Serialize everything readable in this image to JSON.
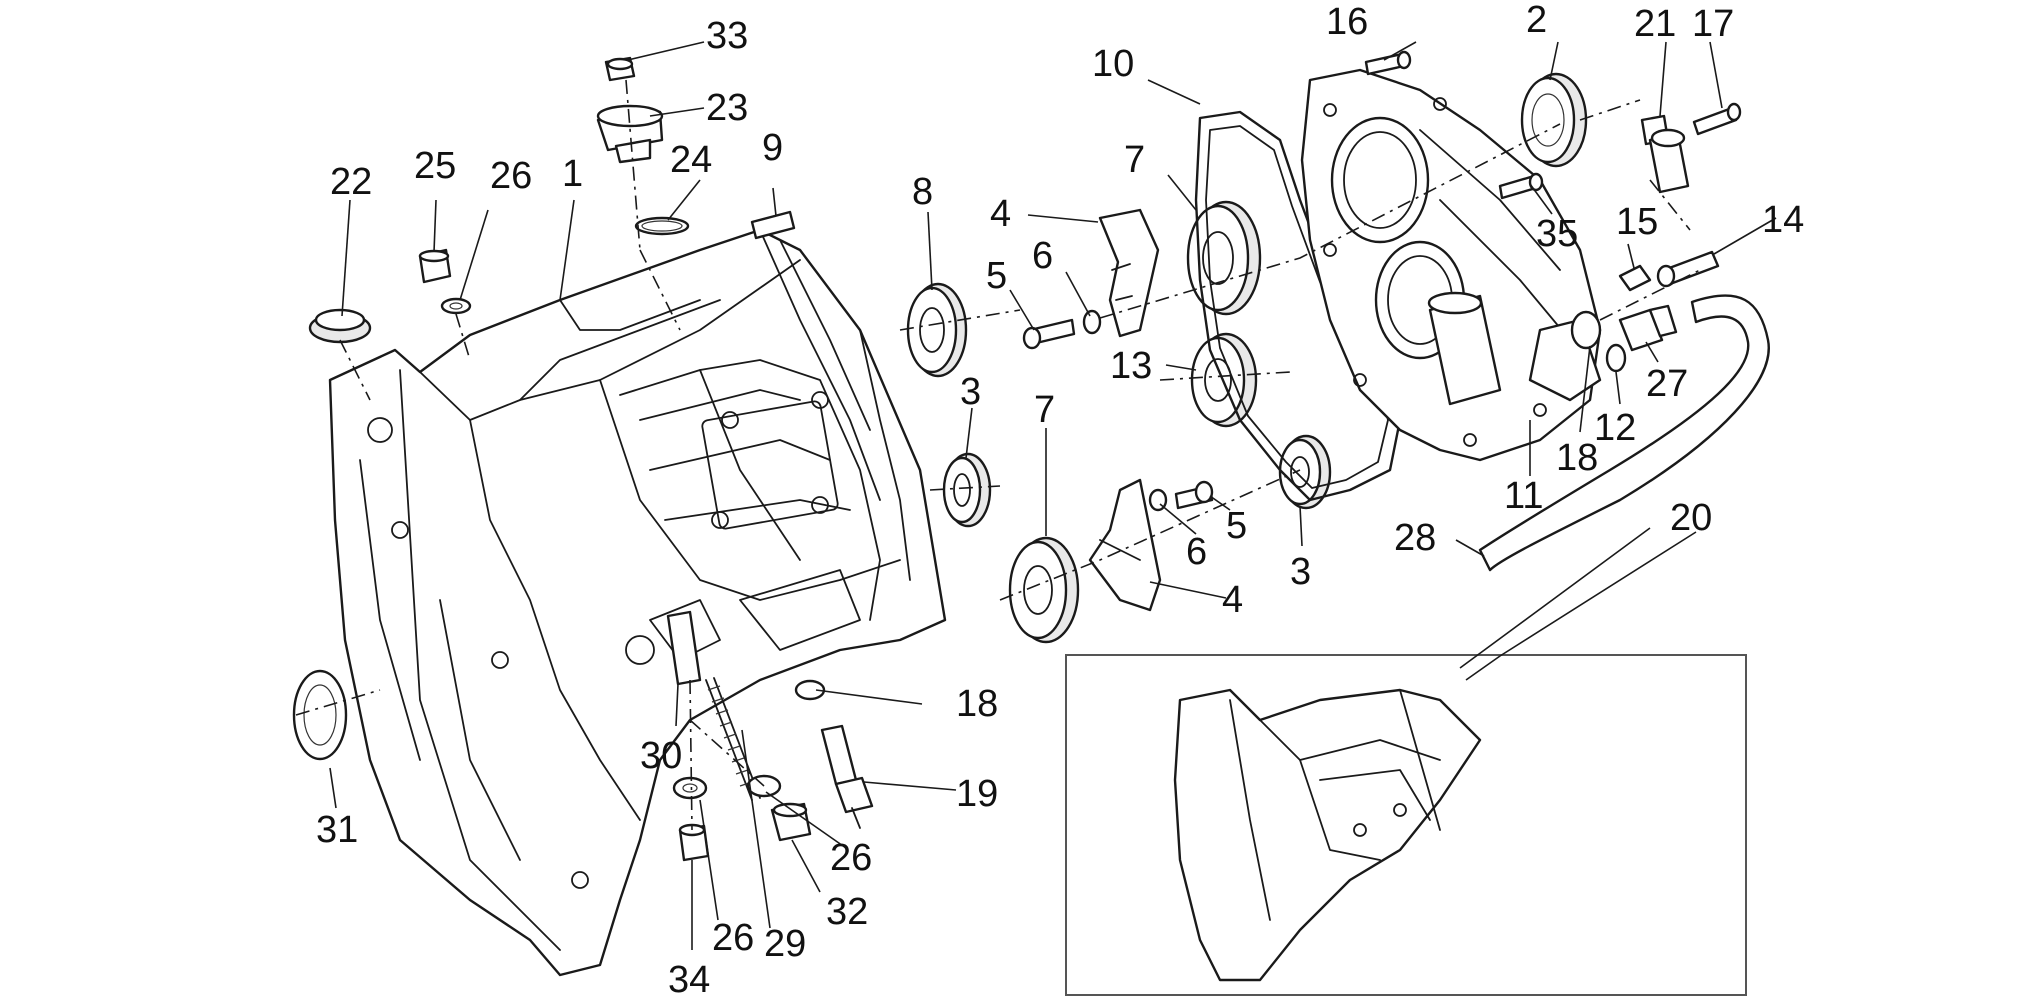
{
  "diagram": {
    "callouts": [
      {
        "id": "c33",
        "label": "33"
      },
      {
        "id": "c23",
        "label": "23"
      },
      {
        "id": "c24",
        "label": "24"
      },
      {
        "id": "c9",
        "label": "9"
      },
      {
        "id": "c22",
        "label": "22"
      },
      {
        "id": "c25",
        "label": "25"
      },
      {
        "id": "c26a",
        "label": "26"
      },
      {
        "id": "c1",
        "label": "1"
      },
      {
        "id": "c8",
        "label": "8"
      },
      {
        "id": "c4a",
        "label": "4"
      },
      {
        "id": "c5a",
        "label": "5"
      },
      {
        "id": "c6a",
        "label": "6"
      },
      {
        "id": "c7a",
        "label": "7"
      },
      {
        "id": "c10",
        "label": "10"
      },
      {
        "id": "c13",
        "label": "13"
      },
      {
        "id": "c16",
        "label": "16"
      },
      {
        "id": "c2",
        "label": "2"
      },
      {
        "id": "c21",
        "label": "21"
      },
      {
        "id": "c17",
        "label": "17"
      },
      {
        "id": "c35",
        "label": "35"
      },
      {
        "id": "c15",
        "label": "15"
      },
      {
        "id": "c14",
        "label": "14"
      },
      {
        "id": "c27",
        "label": "27"
      },
      {
        "id": "c12",
        "label": "12"
      },
      {
        "id": "c18a",
        "label": "18"
      },
      {
        "id": "c11",
        "label": "11"
      },
      {
        "id": "c3a",
        "label": "3"
      },
      {
        "id": "c7b",
        "label": "7"
      },
      {
        "id": "c5b",
        "label": "5"
      },
      {
        "id": "c6b",
        "label": "6"
      },
      {
        "id": "c4b",
        "label": "4"
      },
      {
        "id": "c3b",
        "label": "3"
      },
      {
        "id": "c28",
        "label": "28"
      },
      {
        "id": "c20",
        "label": "20"
      },
      {
        "id": "c18b",
        "label": "18"
      },
      {
        "id": "c19",
        "label": "19"
      },
      {
        "id": "c26b",
        "label": "26"
      },
      {
        "id": "c32",
        "label": "32"
      },
      {
        "id": "c26c",
        "label": "26"
      },
      {
        "id": "c29",
        "label": "29"
      },
      {
        "id": "c34",
        "label": "34"
      },
      {
        "id": "c30",
        "label": "30"
      },
      {
        "id": "c31",
        "label": "31"
      }
    ]
  }
}
